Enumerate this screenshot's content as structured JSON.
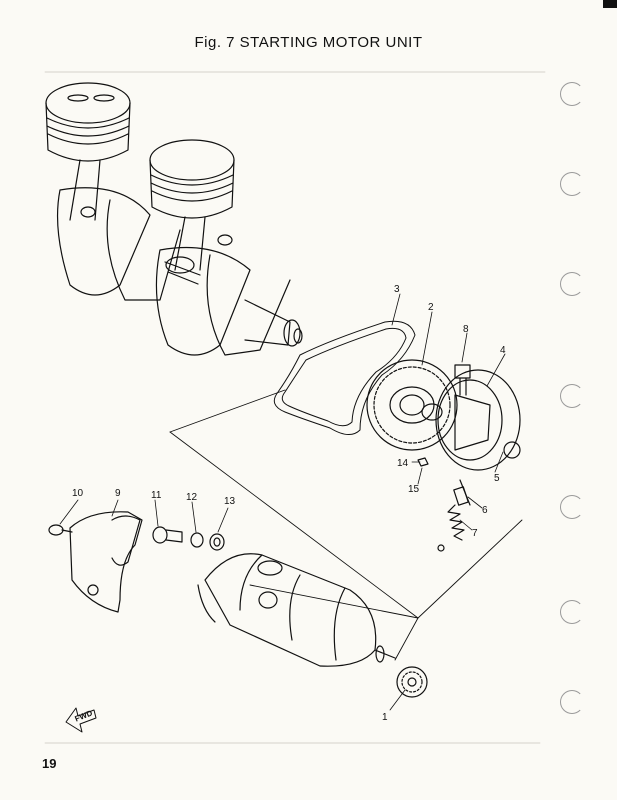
{
  "page": {
    "title": "Fig. 7   STARTING MOTOR UNIT",
    "page_number": "19",
    "fwd_label": "FWD"
  },
  "callouts": {
    "c1": "1",
    "c2": "2",
    "c3": "3",
    "c4": "4",
    "c5": "5",
    "c6": "6",
    "c7": "7",
    "c8": "8",
    "c9": "9",
    "c10": "10",
    "c11": "11",
    "c12": "12",
    "c13": "13",
    "c14": "14",
    "c15": "15"
  },
  "colors": {
    "paper": "#fbfaf5",
    "ink": "#111111",
    "margin_holes": "#9a9a9a"
  }
}
